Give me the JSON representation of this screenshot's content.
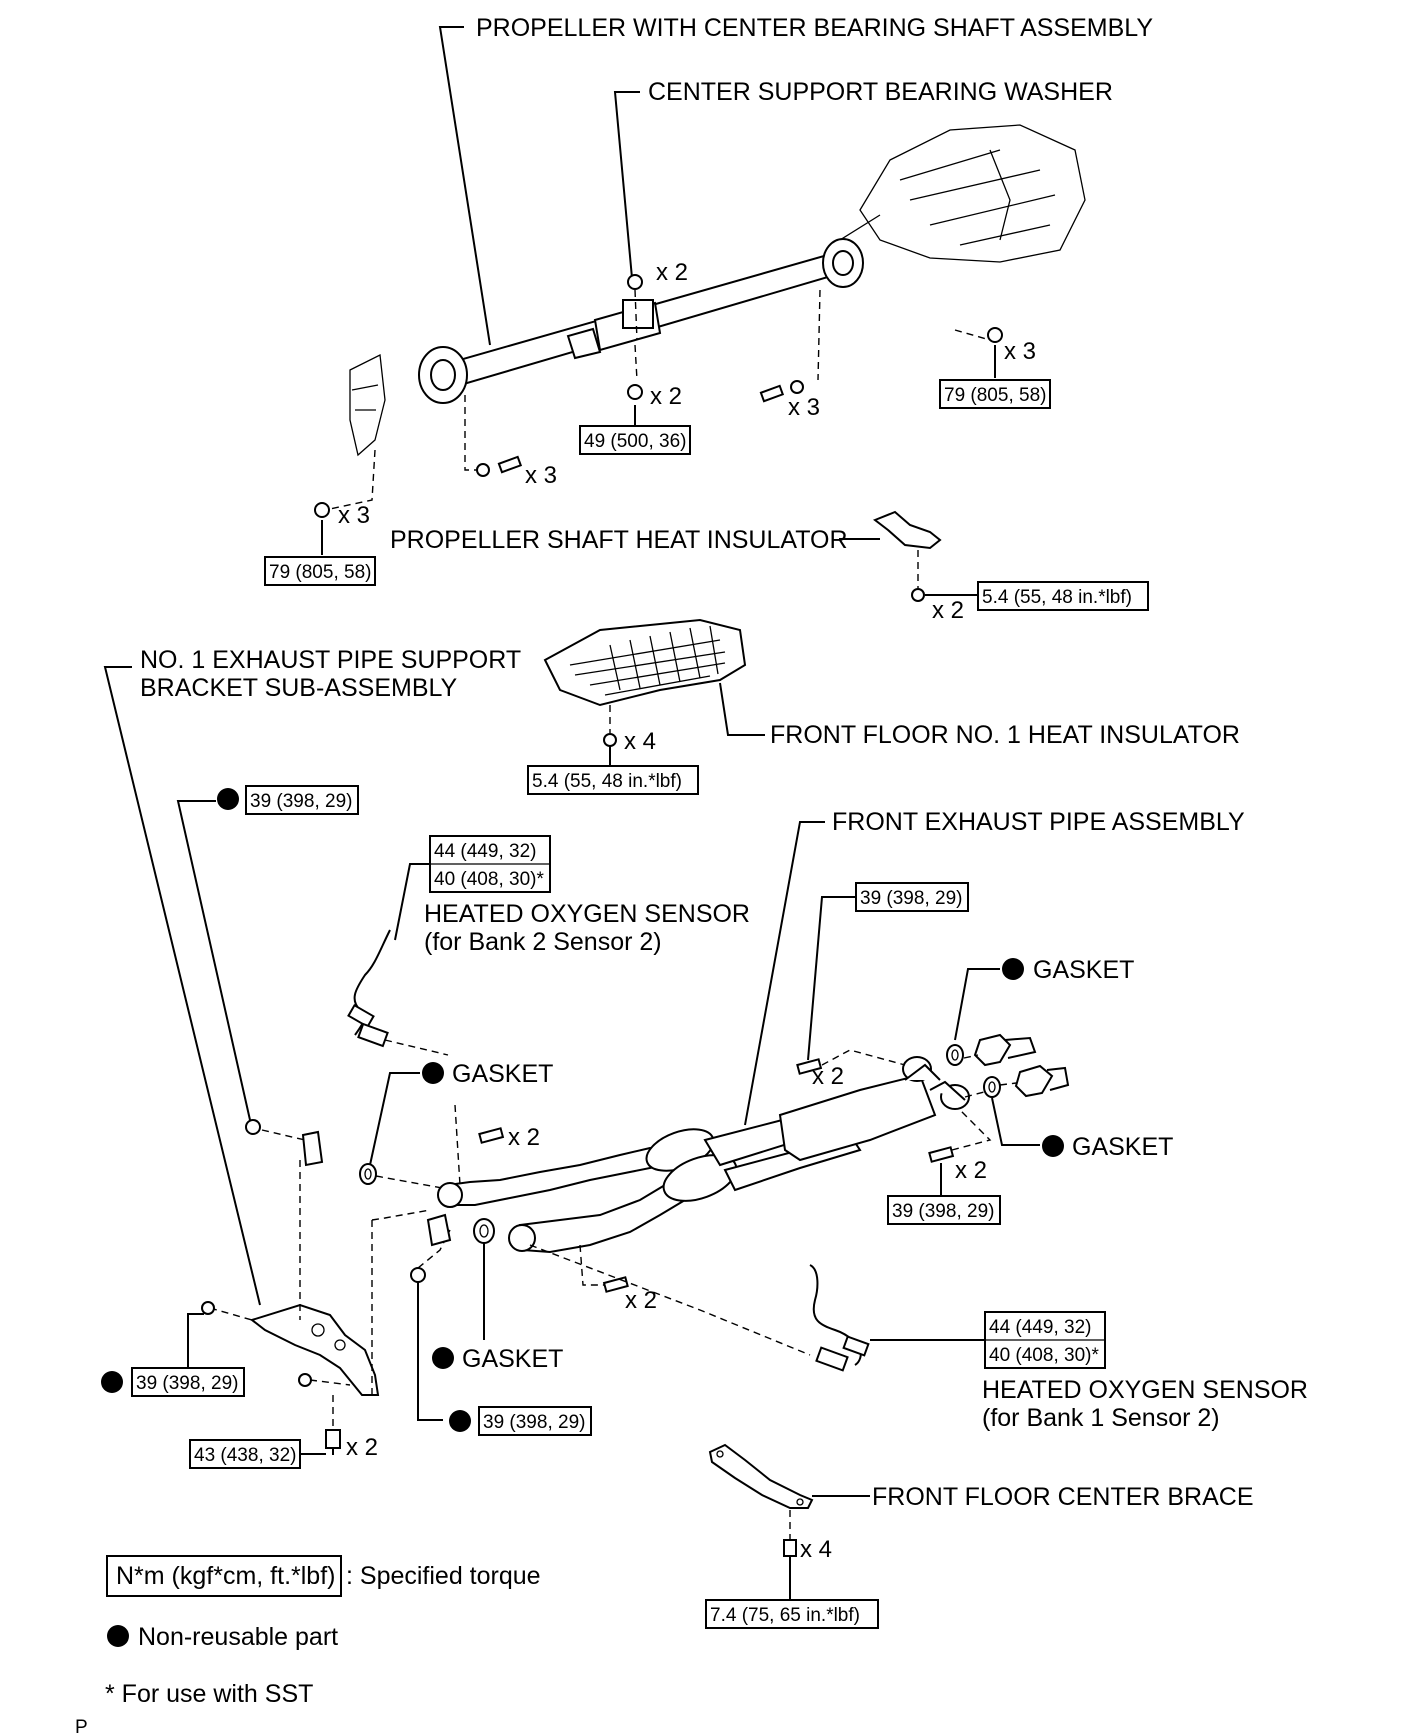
{
  "labels": {
    "propeller_assembly": "PROPELLER WITH CENTER BEARING SHAFT ASSEMBLY",
    "center_support_washer": "CENTER SUPPORT BEARING WASHER",
    "propeller_heat_insulator": "PROPELLER SHAFT HEAT INSULATOR",
    "support_bracket_line1": "NO. 1 EXHAUST PIPE SUPPORT",
    "support_bracket_line2": "BRACKET SUB-ASSEMBLY",
    "front_floor_insulator": "FRONT FLOOR NO. 1 HEAT INSULATOR",
    "front_exhaust_pipe": "FRONT EXHAUST PIPE ASSEMBLY",
    "o2_sensor_b2_line1": "HEATED OXYGEN SENSOR",
    "o2_sensor_b2_line2": "(for Bank 2 Sensor 2)",
    "o2_sensor_b1_line1": "HEATED OXYGEN SENSOR",
    "o2_sensor_b1_line2": "(for Bank 1 Sensor 2)",
    "gasket_upper_right": "GASKET",
    "gasket_lower_right": "GASKET",
    "gasket_left_upper": "GASKET",
    "gasket_left_lower": "GASKET",
    "front_floor_brace": "FRONT FLOOR CENTER BRACE"
  },
  "quantities": {
    "washer_x2": "x 2",
    "center_bolt_x2": "x 2",
    "right_bolt_x3": "x 3",
    "right_nut_x3": "x 3",
    "left_bolt_x3": "x 3",
    "left_nut_x3": "x 3",
    "insulator_nut_x2": "x 2",
    "floor_nut_x4": "x 4",
    "pipe_bolt_right_x2": "x 2",
    "pipe_bolt_center_x2": "x 2",
    "pipe_bolt_right_lower_x2": "x 2",
    "pipe_bolt_lower_x2": "x 2",
    "bracket_bolt_x2": "x 2",
    "brace_bolt_x4": "x 4"
  },
  "torques": {
    "center_bolt": "49 (500, 36)",
    "right_flange": "79 (805, 58)",
    "left_flange": "79 (805, 58)",
    "propeller_insulator": "5.4 (55, 48 in.*lbf)",
    "floor_insulator": "5.4 (55, 48 in.*lbf)",
    "bracket_top_nut": "39 (398, 29)",
    "o2_b2_a": "44 (449, 32)",
    "o2_b2_b": "40 (408, 30)*",
    "pipe_right_top": "39 (398, 29)",
    "pipe_right_bottom": "39 (398, 29)",
    "o2_b1_a": "44 (449, 32)",
    "o2_b1_b": "40 (408, 30)*",
    "bracket_left": "39 (398, 29)",
    "bracket_bolt": "43 (438, 32)",
    "pipe_left_nut": "39 (398, 29)",
    "brace": "7.4 (75, 65 in.*lbf)"
  },
  "legend": {
    "torque_unit": "N*m (kgf*cm, ft.*lbf)",
    "torque_desc": ": Specified torque",
    "nonreusable": "Non-reusable part",
    "sst_note": "* For use with SST"
  },
  "footer": {
    "code": "P"
  }
}
